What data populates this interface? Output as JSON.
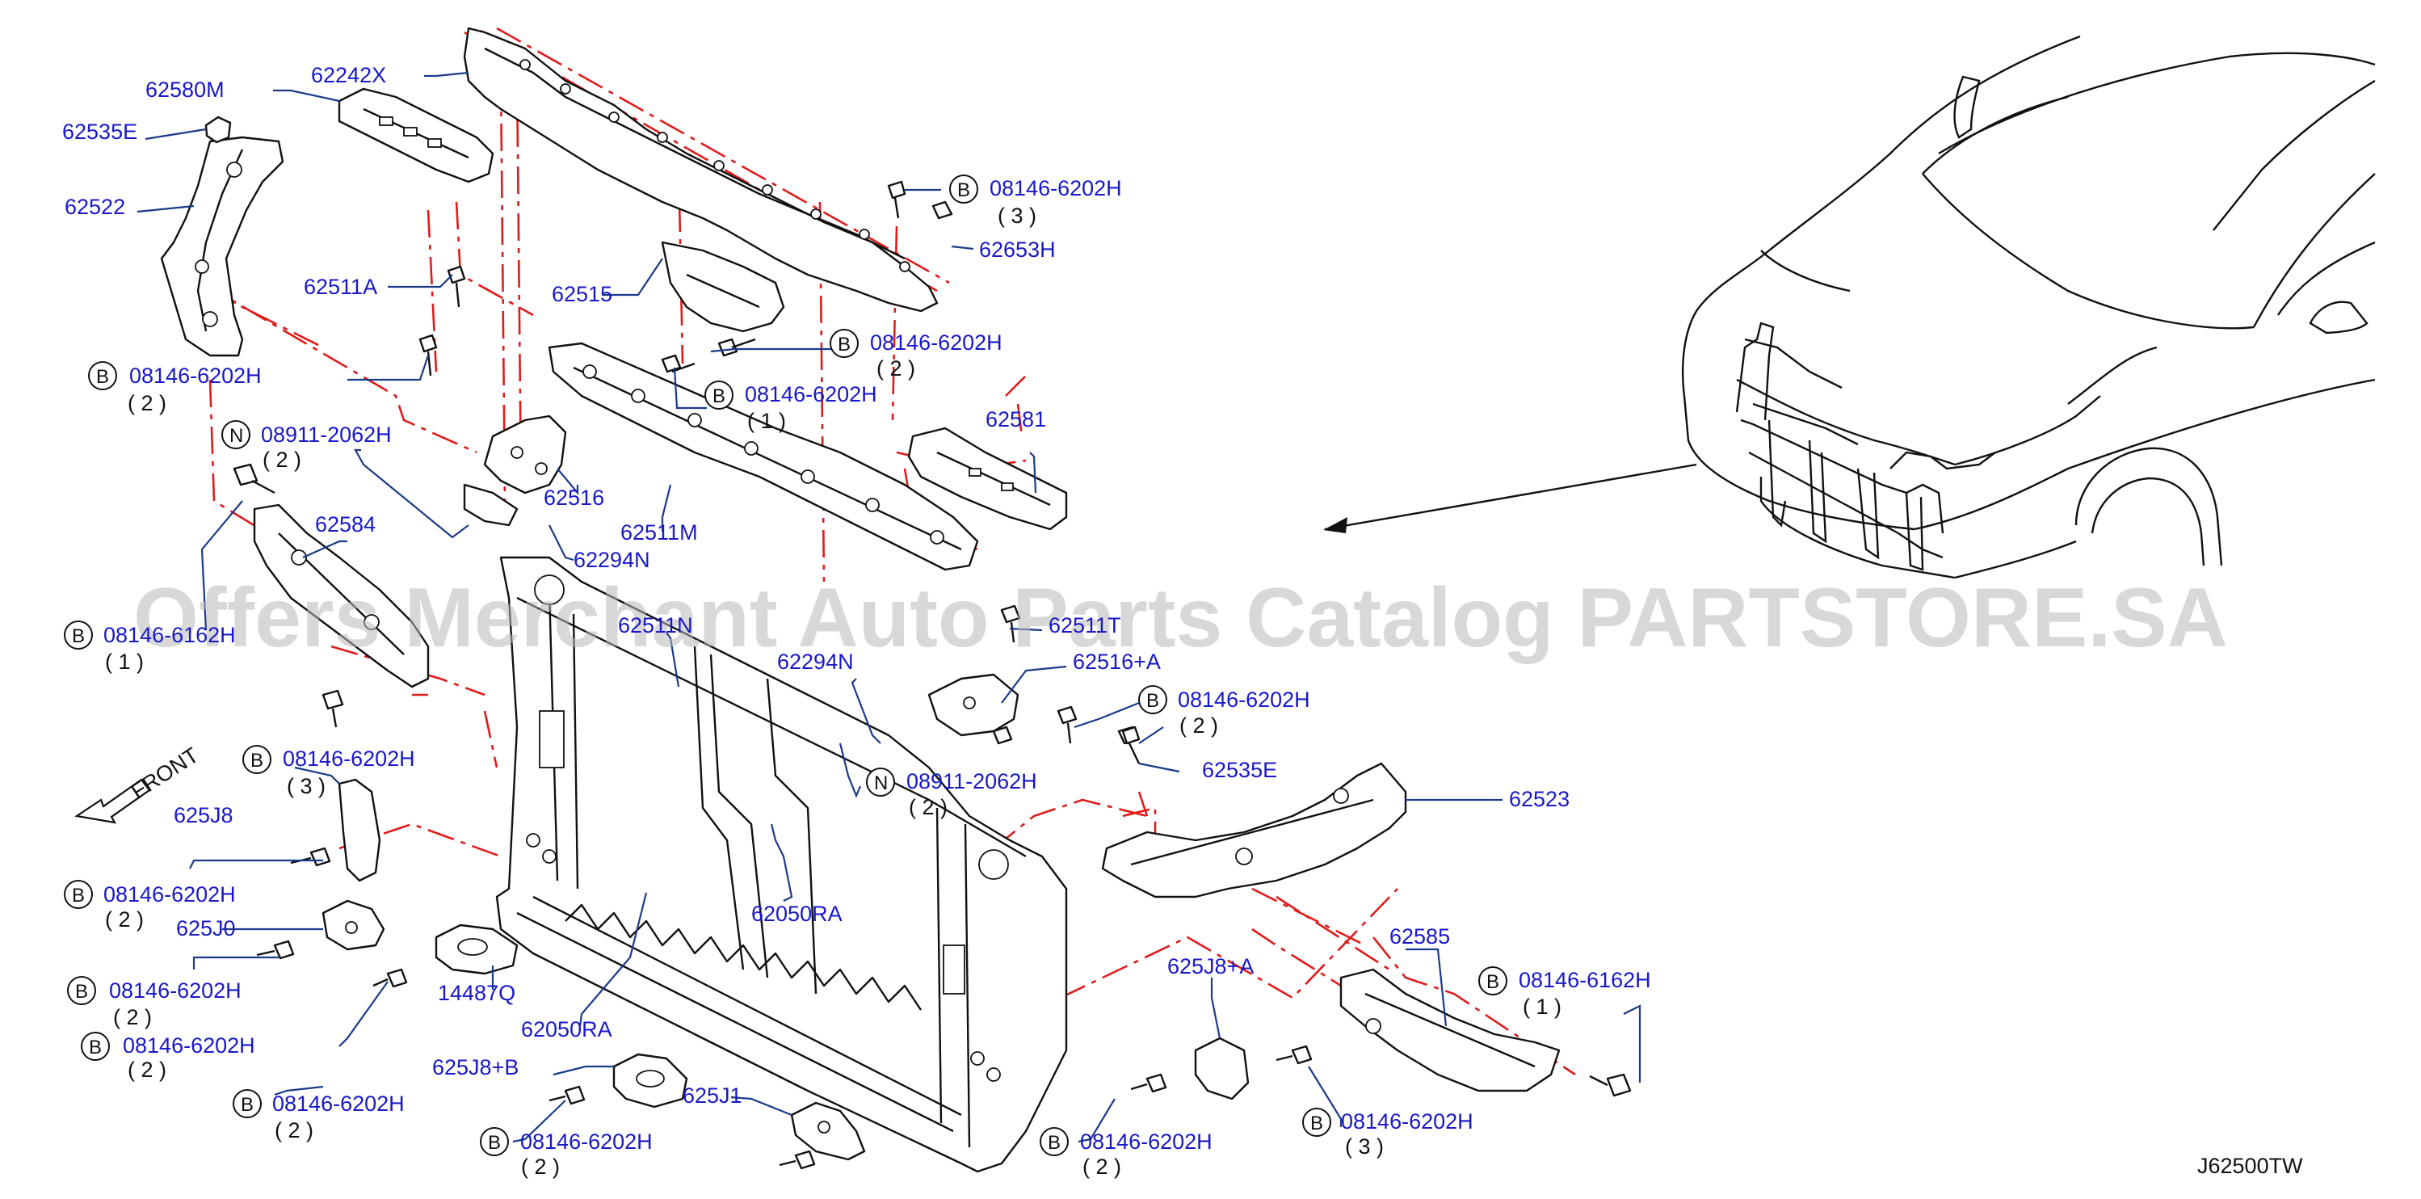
{
  "diagram_code": "J62500TW",
  "watermark": "Offers Merchant Auto Parts Catalog PARTSTORE.SA",
  "direction_label": "FRONT",
  "callouts": [
    {
      "id": "c1",
      "label": "62580M"
    },
    {
      "id": "c2",
      "label": "62242X"
    },
    {
      "id": "c3",
      "label": "62535E"
    },
    {
      "id": "c4",
      "label": "62522"
    },
    {
      "id": "c5",
      "marker": "B",
      "label": "08146-6202H",
      "qty": "( 3 )"
    },
    {
      "id": "c6",
      "label": "62653H"
    },
    {
      "id": "c7",
      "label": "62511A"
    },
    {
      "id": "c8",
      "label": "62515"
    },
    {
      "id": "c9",
      "marker": "B",
      "label": "08146-6202H",
      "qty": "( 2 )"
    },
    {
      "id": "c10",
      "marker": "B",
      "label": "08146-6202H",
      "qty": "( 1 )"
    },
    {
      "id": "c11",
      "marker": "B",
      "label": "08146-6202H",
      "qty": "( 2 )"
    },
    {
      "id": "c12",
      "marker": "N",
      "label": "08911-2062H",
      "qty": "( 2 )"
    },
    {
      "id": "c13",
      "label": "62581"
    },
    {
      "id": "c14",
      "label": "62516"
    },
    {
      "id": "c15",
      "label": "62511M"
    },
    {
      "id": "c16",
      "label": "62584"
    },
    {
      "id": "c17",
      "label": "62294N"
    },
    {
      "id": "c18",
      "marker": "B",
      "label": "08146-6162H",
      "qty": "( 1 )"
    },
    {
      "id": "c19",
      "label": "62511N"
    },
    {
      "id": "c20",
      "label": "62511T"
    },
    {
      "id": "c21",
      "label": "62516+A"
    },
    {
      "id": "c22",
      "label": "62294N"
    },
    {
      "id": "c23",
      "marker": "B",
      "label": "08146-6202H",
      "qty": "( 2 )"
    },
    {
      "id": "c24",
      "marker": "B",
      "label": "08146-6202H",
      "qty": "( 3 )"
    },
    {
      "id": "c25",
      "label": "62535E"
    },
    {
      "id": "c26",
      "marker": "N",
      "label": "08911-2062H",
      "qty": "( 2 )"
    },
    {
      "id": "c27",
      "label": "62523"
    },
    {
      "id": "c28",
      "label": "625J8"
    },
    {
      "id": "c29",
      "label": "62050RA"
    },
    {
      "id": "c30",
      "marker": "B",
      "label": "08146-6202H",
      "qty": "( 2 )"
    },
    {
      "id": "c31",
      "label": "625J0"
    },
    {
      "id": "c32",
      "label": "62585"
    },
    {
      "id": "c33",
      "marker": "B",
      "label": "08146-6202H",
      "qty": "( 2 )"
    },
    {
      "id": "c34",
      "label": "14487Q"
    },
    {
      "id": "c35",
      "label": "625J8+A"
    },
    {
      "id": "c36",
      "marker": "B",
      "label": "08146-6162H",
      "qty": "( 1 )"
    },
    {
      "id": "c37",
      "marker": "B",
      "label": "08146-6202H",
      "qty": "( 2 )"
    },
    {
      "id": "c38",
      "label": "62050RA"
    },
    {
      "id": "c39",
      "label": "625J8+B"
    },
    {
      "id": "c40",
      "label": "625J1"
    },
    {
      "id": "c41",
      "marker": "B",
      "label": "08146-6202H",
      "qty": "( 2 )"
    },
    {
      "id": "c42",
      "marker": "B",
      "label": "08146-6202H",
      "qty": "( 2 )"
    },
    {
      "id": "c43",
      "marker": "B",
      "label": "08146-6202H",
      "qty": "( 2 )"
    },
    {
      "id": "c44",
      "marker": "B",
      "label": "08146-6202H",
      "qty": "( 3 )"
    }
  ]
}
